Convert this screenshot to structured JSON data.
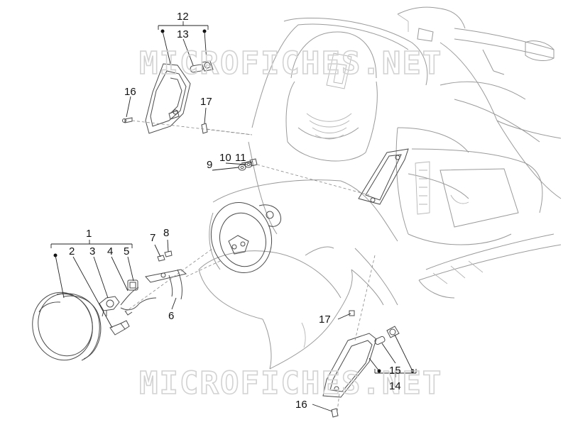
{
  "watermark": "MICROFICHES.NET",
  "callouts": {
    "c1": "1",
    "c2": "2",
    "c3": "3",
    "c4": "4",
    "c5": "5",
    "c6": "6",
    "c7": "7",
    "c8": "8",
    "c9": "9",
    "c10": "10",
    "c11": "11",
    "c12": "12",
    "c13": "13",
    "c14": "14",
    "c15": "15",
    "c16a": "16",
    "c16b": "16",
    "c17a": "17",
    "c17b": "17"
  },
  "colors": {
    "label": "#111111",
    "body_line": "#9a9a9a",
    "part_line": "#4a4a4a",
    "watermark": "#d2d2d2"
  }
}
